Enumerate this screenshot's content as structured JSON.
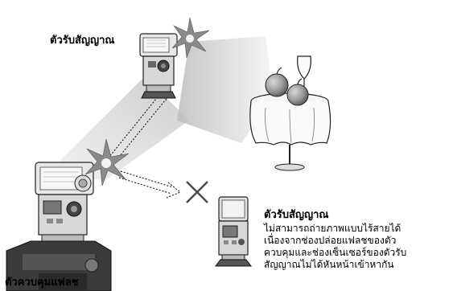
{
  "labels": {
    "receiver_top": "ตัวรับสัญญาณ",
    "commander": "ตัวควบคุมแฟลช",
    "receiver_bottom": "ตัวรับสัญญาณ"
  },
  "note_lines": [
    "ไม่สามารถถ่ายภาพแบบไร้สายได้",
    "เนื่องจากช่องปล่อยแฟลชของตัว",
    "ควบคุมและช่องเซ็นเซอร์ของตัวรับ",
    "สัญญาณไม่ได้หันหน้าเข้าหากัน"
  ],
  "colors": {
    "beam": "#cfcfcf",
    "line": "#000000",
    "body": "#e6e6e6",
    "dark": "#3a3a3a"
  },
  "icons": {
    "blocked": "x-mark-icon",
    "subject": "fruit-table-icon"
  }
}
